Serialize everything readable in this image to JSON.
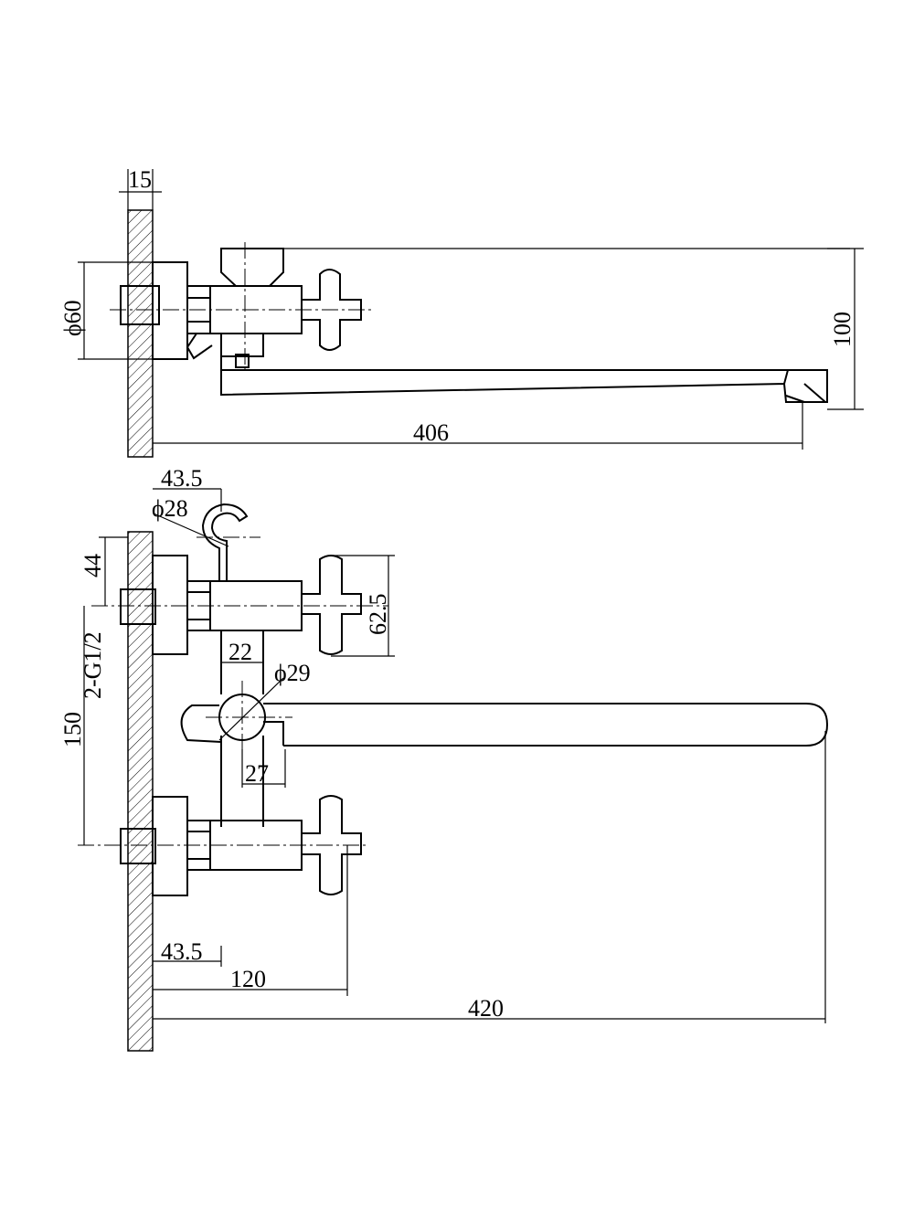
{
  "top_view": {
    "wall_thickness": "15",
    "flange_diameter": "ϕ60",
    "spout_height": "100",
    "spout_reach": "406"
  },
  "front_view": {
    "clamp_offset": "43.5",
    "clamp_diameter": "ϕ28",
    "upper_inlet_offset": "44",
    "thread": "2-G1/2",
    "inlet_spacing": "150",
    "handle_height": "62.5",
    "body_width": "22",
    "diverter_diameter": "ϕ29",
    "spout_neck": "27",
    "lower_offset": "43.5",
    "handle_reach": "120",
    "spout_length": "420"
  }
}
